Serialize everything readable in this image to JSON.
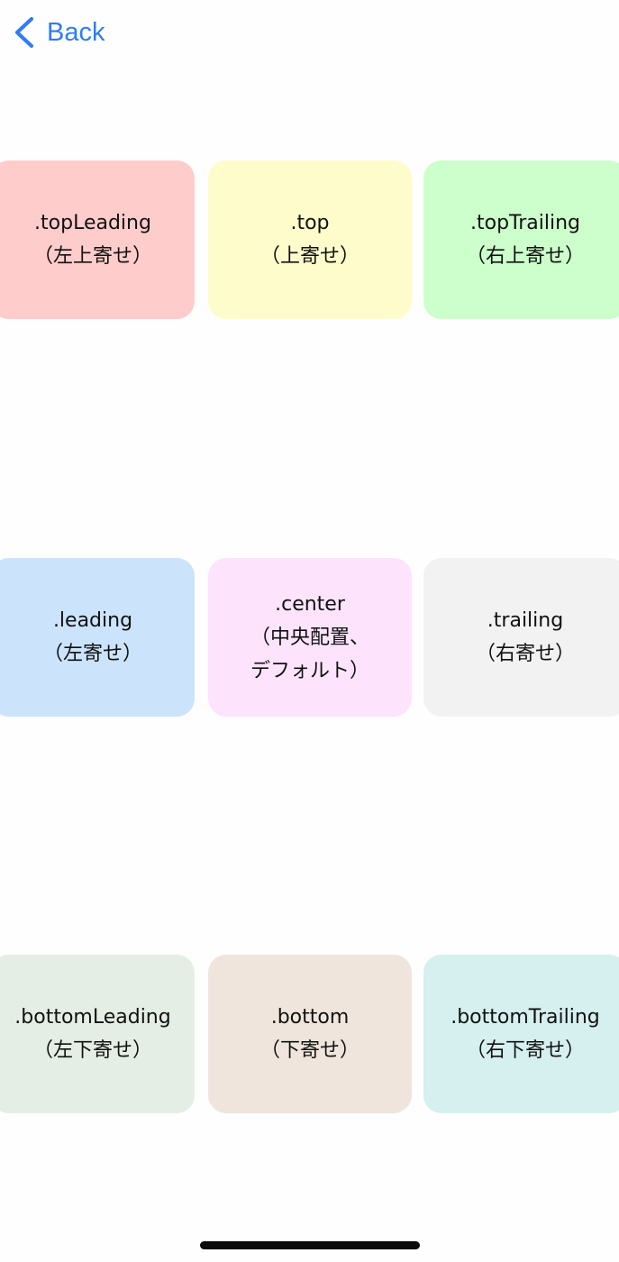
{
  "nav": {
    "back_label": "Back",
    "accent_color": "#2f7cf6"
  },
  "tiles": [
    {
      "lines": [
        ".topLeading",
        "（左上寄せ）"
      ],
      "color": "#ffcccc"
    },
    {
      "lines": [
        ".top",
        "（上寄せ）"
      ],
      "color": "#fffccb"
    },
    {
      "lines": [
        ".topTrailing",
        "（右上寄せ）"
      ],
      "color": "#ccffcc"
    },
    {
      "lines": [
        ".leading",
        "（左寄せ）"
      ],
      "color": "#cce4fb"
    },
    {
      "lines": [
        ".center",
        "（中央配置、",
        "デフォルト）"
      ],
      "color": "#fde4fc"
    },
    {
      "lines": [
        ".trailing",
        "（右寄せ）"
      ],
      "color": "#f2f2f2"
    },
    {
      "lines": [
        ".bottomLeading",
        "（左下寄せ）"
      ],
      "color": "#e5eee4"
    },
    {
      "lines": [
        ".bottom",
        "（下寄せ）"
      ],
      "color": "#f0e5dc"
    },
    {
      "lines": [
        ".bottomTrailing",
        "（右下寄せ）"
      ],
      "color": "#d5f0ee"
    }
  ]
}
